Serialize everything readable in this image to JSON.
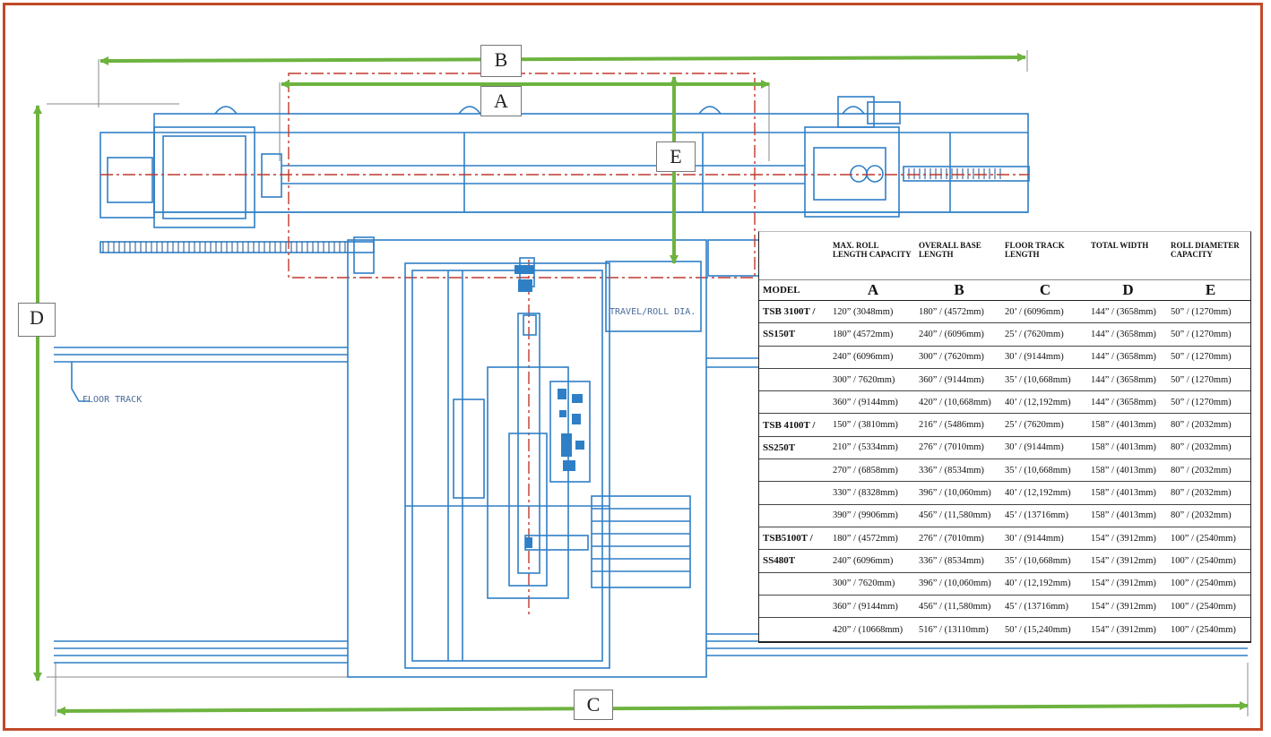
{
  "dimension_labels": {
    "a": "A",
    "b": "B",
    "c": "C",
    "d": "D",
    "e": "E"
  },
  "cad_notes": {
    "floor_track": "FLOOR TRACK",
    "travel_roll_dia": "TRAVEL/ROLL DIA."
  },
  "colors": {
    "frame": "#c24a2a",
    "cad_line": "#2f7fc6",
    "centerline": "#c0392b",
    "dimension": "#6db33f"
  },
  "table": {
    "headers": [
      "",
      "MAX. ROLL LENGTH CAPACITY",
      "OVERALL BASE LENGTH",
      "FLOOR TRACK LENGTH",
      "TOTAL WIDTH",
      "ROLL DIAMETER CAPACITY"
    ],
    "model_label": "MODEL",
    "letters": [
      "A",
      "B",
      "C",
      "D",
      "E"
    ],
    "rows": [
      {
        "model": "TSB 3100T /",
        "a": "120” (3048mm)",
        "b": "180” / (4572mm)",
        "c": "20’ / (6096mm)",
        "d": "144” / (3658mm)",
        "e": "50” / (1270mm)"
      },
      {
        "model": "SS150T",
        "a": "180” (4572mm)",
        "b": "240” / (6096mm)",
        "c": "25’ / (7620mm)",
        "d": "144” / (3658mm)",
        "e": "50” / (1270mm)"
      },
      {
        "model": "",
        "a": "240” (6096mm)",
        "b": "300” / (7620mm)",
        "c": "30’ / (9144mm)",
        "d": "144” / (3658mm)",
        "e": "50” / (1270mm)"
      },
      {
        "model": "",
        "a": "300” / 7620mm)",
        "b": "360” / (9144mm)",
        "c": "35’ / (10,668mm)",
        "d": "144” / (3658mm)",
        "e": "50” / (1270mm)"
      },
      {
        "model": "",
        "a": "360” / (9144mm)",
        "b": "420” / (10,668mm)",
        "c": "40’ / (12,192mm)",
        "d": "144” / (3658mm)",
        "e": "50” / (1270mm)"
      },
      {
        "model": "TSB 4100T /",
        "a": "150” / (3810mm)",
        "b": "216” / (5486mm)",
        "c": "25’ / (7620mm)",
        "d": "158” / (4013mm)",
        "e": "80” / (2032mm)"
      },
      {
        "model": "SS250T",
        "a": "210” / (5334mm)",
        "b": "276” / (7010mm)",
        "c": "30’ / (9144mm)",
        "d": "158” / (4013mm)",
        "e": "80” / (2032mm)"
      },
      {
        "model": "",
        "a": "270” / (6858mm)",
        "b": "336” / (8534mm)",
        "c": "35’ / (10,668mm)",
        "d": "158” / (4013mm)",
        "e": "80” / (2032mm)"
      },
      {
        "model": "",
        "a": "330” / (8328mm)",
        "b": "396” / (10,060mm)",
        "c": "40’ / (12,192mm)",
        "d": "158” / (4013mm)",
        "e": "80” / (2032mm)"
      },
      {
        "model": "",
        "a": "390” / (9906mm)",
        "b": "456” / (11,580mm)",
        "c": "45’ / (13716mm)",
        "d": "158” / (4013mm)",
        "e": "80” / (2032mm)"
      },
      {
        "model": "TSB5100T /",
        "a": "180” / (4572mm)",
        "b": "276” / (7010mm)",
        "c": "30’ / (9144mm)",
        "d": "154” / (3912mm)",
        "e": "100” / (2540mm)"
      },
      {
        "model": "SS480T",
        "a": "240” (6096mm)",
        "b": "336” / (8534mm)",
        "c": "35’ / (10,668mm)",
        "d": "154” / (3912mm)",
        "e": "100” / (2540mm)"
      },
      {
        "model": "",
        "a": "300” / 7620mm)",
        "b": "396” / (10,060mm)",
        "c": "40’ / (12,192mm)",
        "d": "154” / (3912mm)",
        "e": "100” / (2540mm)"
      },
      {
        "model": "",
        "a": "360” / (9144mm)",
        "b": "456” / (11,580mm)",
        "c": "45’ / (13716mm)",
        "d": "154” / (3912mm)",
        "e": "100” / (2540mm)"
      },
      {
        "model": "",
        "a": "420” / (10668mm)",
        "b": "516” / (13110mm)",
        "c": "50’ / (15,240mm)",
        "d": "154” / (3912mm)",
        "e": "100” / (2540mm)"
      }
    ]
  }
}
